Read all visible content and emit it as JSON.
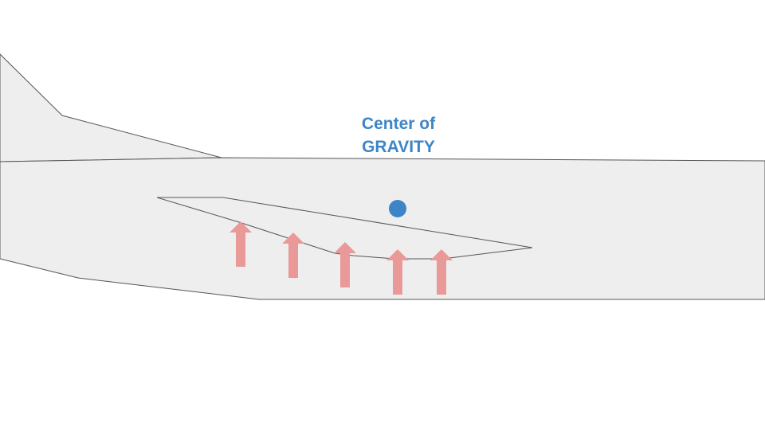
{
  "label": {
    "line1": "Center of",
    "line2": "GRAVITY"
  },
  "colors": {
    "fuselage_fill": "#eeeeee",
    "outline": "#555555",
    "cg_marker": "#3d85c6",
    "lift_arrow": "#ea9999",
    "background": "#ffffff"
  },
  "lift_arrow_count": 5,
  "icons": {
    "cg_marker": "center-of-gravity-dot",
    "lift": "upward-arrow"
  }
}
